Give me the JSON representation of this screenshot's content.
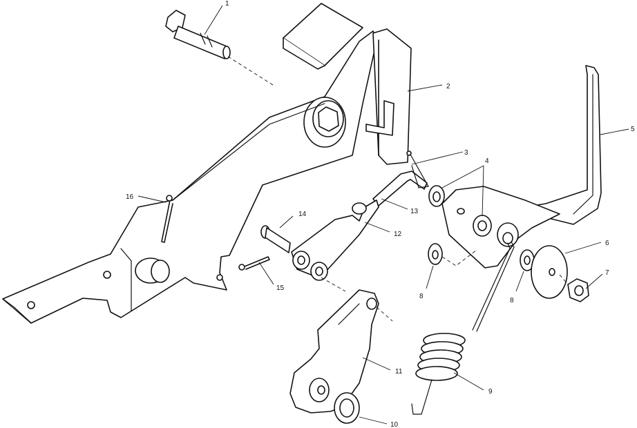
{
  "diagram": {
    "type": "exploded-parts-diagram",
    "line_color": "#111111",
    "background_color": "#ffffff",
    "callouts": [
      {
        "id": "c1",
        "label": "1"
      },
      {
        "id": "c2",
        "label": "2"
      },
      {
        "id": "c3",
        "label": "3"
      },
      {
        "id": "c4",
        "label": "4"
      },
      {
        "id": "c5",
        "label": "5"
      },
      {
        "id": "c6",
        "label": "6"
      },
      {
        "id": "c7",
        "label": "7"
      },
      {
        "id": "c8a",
        "label": "8"
      },
      {
        "id": "c8b",
        "label": "8"
      },
      {
        "id": "c9",
        "label": "9"
      },
      {
        "id": "c10",
        "label": "10"
      },
      {
        "id": "c11",
        "label": "11"
      },
      {
        "id": "c12",
        "label": "12"
      },
      {
        "id": "c13",
        "label": "13"
      },
      {
        "id": "c14",
        "label": "14"
      },
      {
        "id": "c15",
        "label": "15"
      },
      {
        "id": "c16",
        "label": "16"
      }
    ]
  }
}
